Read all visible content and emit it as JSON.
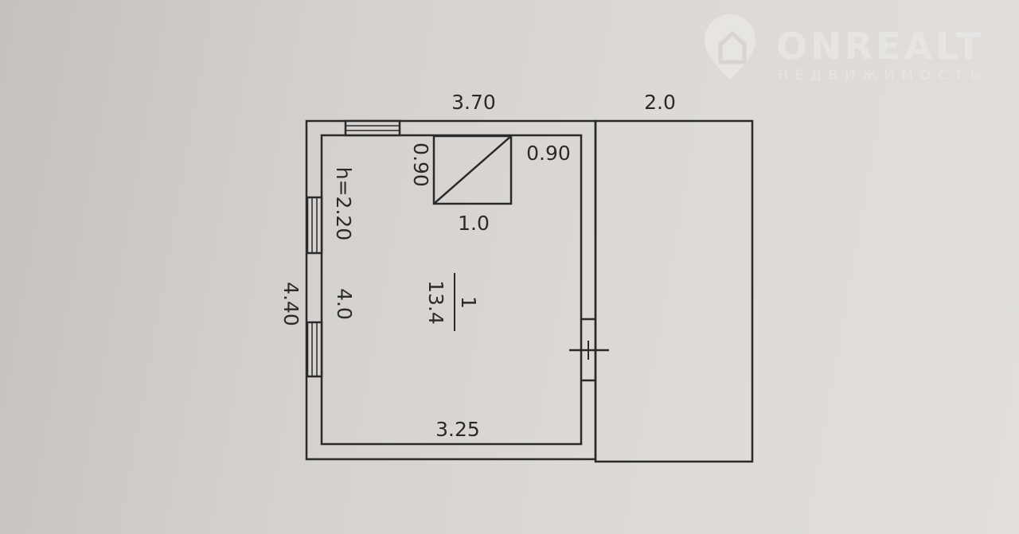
{
  "watermark": {
    "brand": "ONREALT",
    "subtitle": "НЕДВИЖИМОСТЬ"
  },
  "plan": {
    "top_width_main": "3.70",
    "top_width_annex": "2.0",
    "outer_height": "4.40",
    "inner_height": "4.0",
    "ceiling_height": "h=2.20",
    "inner_width": "3.25",
    "closet_width": "1.0",
    "closet_depth": "0.90",
    "closet_side": "0.90",
    "room_number": "1",
    "room_area": "13.4"
  },
  "colors": {
    "line": "#2a2a2a",
    "paper": "#d6d3d0"
  }
}
